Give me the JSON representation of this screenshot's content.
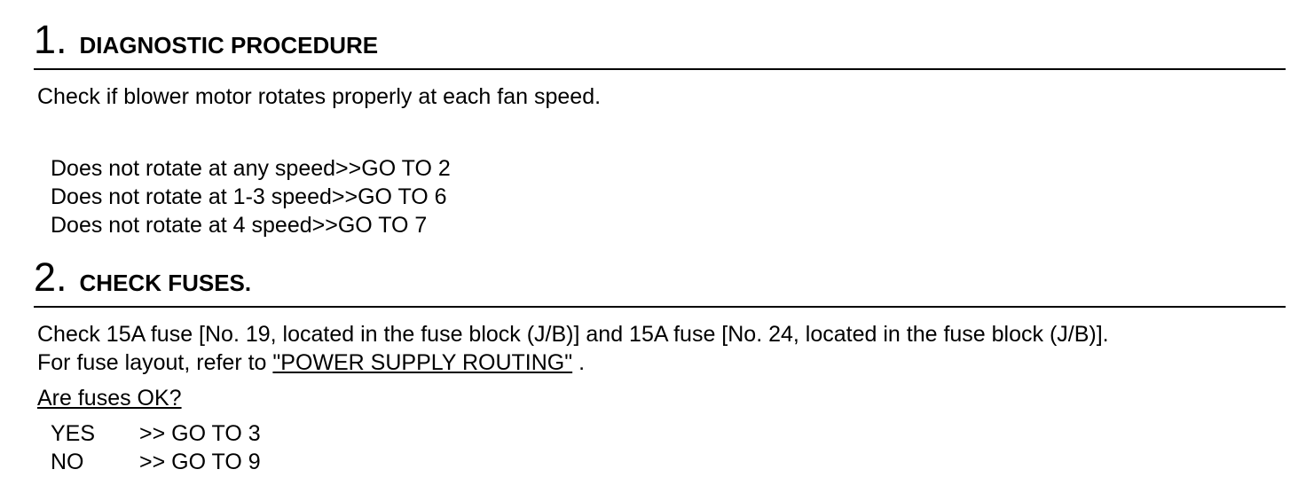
{
  "step1": {
    "number": "1.",
    "title": "DIAGNOSTIC PROCEDURE",
    "instruction": "Check if blower motor rotates properly at each fan speed.",
    "results": [
      "Does not rotate at any speed>>GO TO 2",
      "Does not rotate at 1-3 speed>>GO TO 6",
      "Does not rotate at 4 speed>>GO TO 7"
    ]
  },
  "step2": {
    "number": "2.",
    "title": "CHECK FUSES.",
    "instruction": "Check 15A fuse [No. 19, located in the fuse block (J/B)] and 15A fuse [No. 24, located in the fuse block (J/B)].",
    "refer_prefix": "For fuse layout, refer to ",
    "refer_link": "\"POWER SUPPLY ROUTING\"",
    "refer_suffix": " .",
    "question": "Are fuses OK?",
    "answers": [
      {
        "key": "YES",
        "goto": ">> GO TO 3"
      },
      {
        "key": "NO",
        "goto": ">> GO TO 9"
      }
    ]
  }
}
